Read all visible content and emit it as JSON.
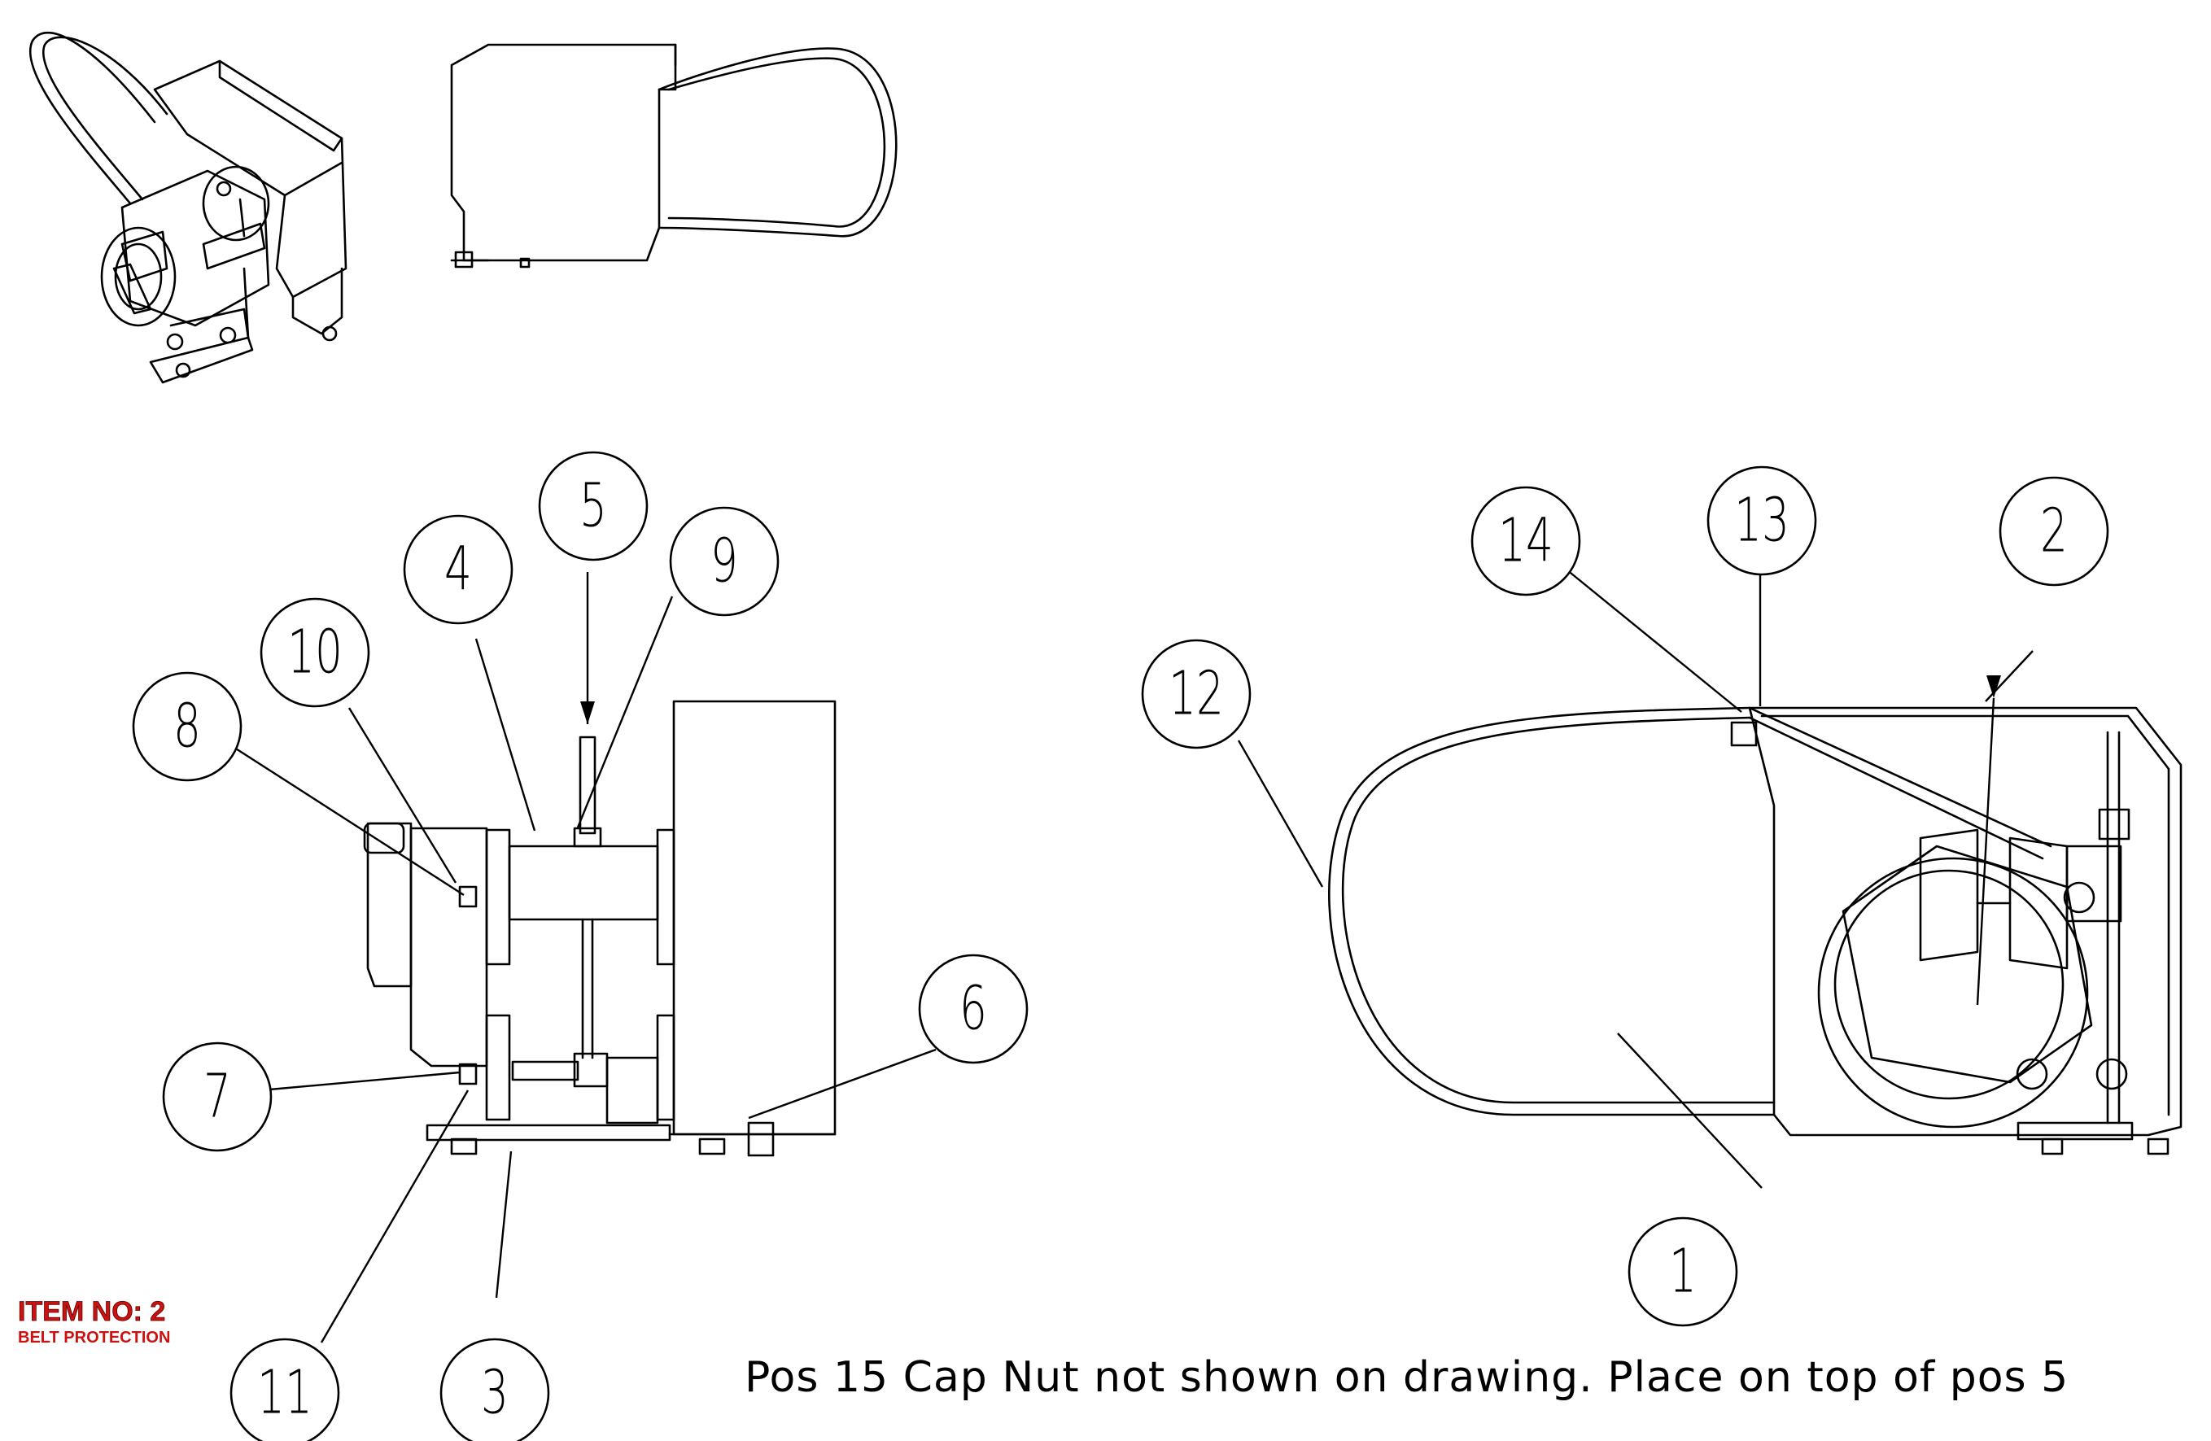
{
  "callouts": [
    {
      "id": "1",
      "label": "1"
    },
    {
      "id": "2",
      "label": "2"
    },
    {
      "id": "3",
      "label": "3"
    },
    {
      "id": "4",
      "label": "4"
    },
    {
      "id": "5",
      "label": "5"
    },
    {
      "id": "6",
      "label": "6"
    },
    {
      "id": "7",
      "label": "7"
    },
    {
      "id": "8",
      "label": "8"
    },
    {
      "id": "9",
      "label": "9"
    },
    {
      "id": "10",
      "label": "10"
    },
    {
      "id": "11",
      "label": "11"
    },
    {
      "id": "12",
      "label": "12"
    },
    {
      "id": "13",
      "label": "13"
    },
    {
      "id": "14",
      "label": "14"
    }
  ],
  "note": "Pos 15 Cap Nut not shown on drawing. Place on top of pos 5",
  "item_block": {
    "item_no": "ITEM NO: 2",
    "description": "BELT PROTECTION",
    "color": "#cc1111"
  }
}
